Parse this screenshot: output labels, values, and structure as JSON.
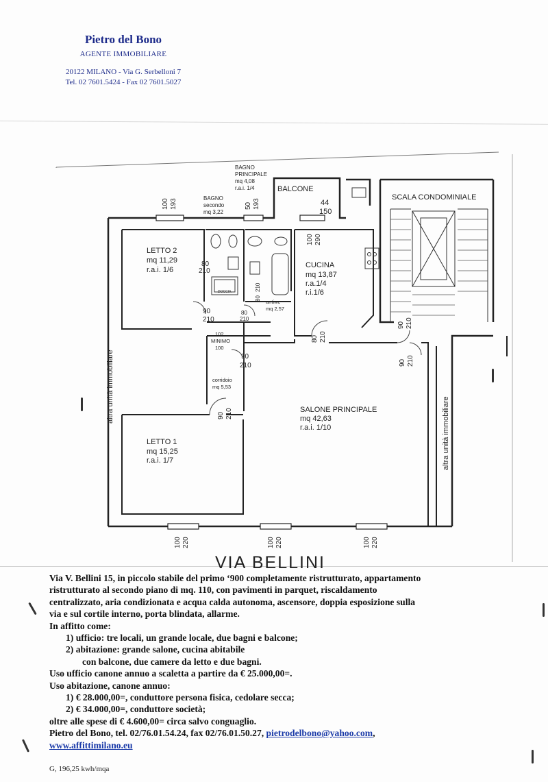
{
  "header": {
    "name": "Pietro del Bono",
    "title": "AGENTE IMMOBILIARE",
    "address": "20122 MILANO - Via G. Serbelloni 7",
    "phone": "Tel. 02 7601.5424 - Fax 02 7601.5027"
  },
  "plan": {
    "street": "VIA BELLINI",
    "rooms": {
      "bagno_principale": [
        "BAGNO",
        "PRINCIPALE",
        "mq 4,08",
        "r.a.i. 1/4"
      ],
      "bagno_secondo": [
        "BAGNO",
        "secondo",
        "mq 3,22"
      ],
      "balcone": [
        "BALCONE",
        "44",
        "150"
      ],
      "scala": "SCALA CONDOMINIALE",
      "letto2": [
        "LETTO 2",
        "mq 11,29",
        "r.a.i. 1/6"
      ],
      "cucina": [
        "CUCINA",
        "mq 13,87",
        "r.a.1/4",
        "r.i.1/6"
      ],
      "doccia": "DOCCIA",
      "antiwc": [
        "antiwc",
        "mq 2,57"
      ],
      "minimo": [
        "102",
        "MINIMO",
        "100"
      ],
      "corridoio": [
        "corridoio",
        "mq 5,53"
      ],
      "salone": [
        "SALONE PRINCIPALE",
        "mq 42,63",
        "r.a.i. 1/10"
      ],
      "letto1": [
        "LETTO 1",
        "mq 15,25",
        "r.a.i. 1/7"
      ]
    },
    "side_labels": {
      "left": "altra unità immobiliare",
      "right": "altra unità immobiliare"
    },
    "dims": {
      "w100_193": [
        "100",
        "193"
      ],
      "w50_193": [
        "50",
        "193"
      ],
      "w100_290": [
        "100",
        "290"
      ],
      "d80_210": [
        "80",
        "210"
      ],
      "d90_210": [
        "90",
        "210"
      ],
      "d100_220": [
        "100",
        "220"
      ]
    }
  },
  "description": {
    "line1": "Via V. Bellini 15, in piccolo stabile del primo ‘900 completamente ristrutturato, appartamento",
    "line2": "ristrutturato al secondo piano di mq. 110, con pavimenti in parquet, riscaldamento",
    "line3": "centralizzato, aria condizionata e acqua calda autonoma, ascensore, doppia esposizione sulla",
    "line4": "via e sul cortile interno, porta blindata, allarme.",
    "rent_as": "In affitto come:",
    "opt1": "1)   ufficio: tre locali, un grande locale, due bagni e balcone;",
    "opt2a": "2)   abitazione: grande salone, cucina abitabile",
    "opt2b": "con balcone, due camere da letto e due bagni.",
    "office_rent": "Uso ufficio canone annuo a scaletta a partire da € 25.000,00=.",
    "home_rent": "Uso abitazione, canone annuo:",
    "home1": "1)   € 28.000,00=, conduttore persona fisica, cedolare secca;",
    "home2": "2)   € 34.000,00=, conduttore società;",
    "expenses": "oltre alle spese di € 4.600,00= circa salvo conguaglio.",
    "contact": "Pietro del Bono, tel. 02/76.01.54.24, fax 02/76.01.50.27, ",
    "email": "pietrodelbono@yahoo.com",
    "comma": ",",
    "website": "www.affittimilano.eu"
  },
  "footer": {
    "energy": "G, 196,25 kwh/mqa"
  }
}
